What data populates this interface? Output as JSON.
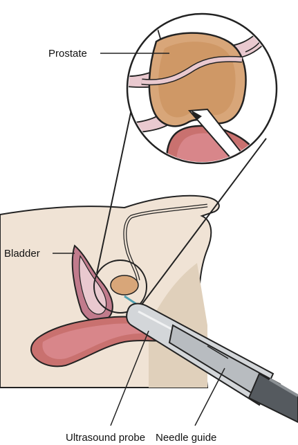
{
  "labels": {
    "prostate": "Prostate",
    "bladder": "Bladder",
    "ultrasound_probe": "Ultrasound probe",
    "needle_guide": "Needle guide"
  },
  "colors": {
    "outline": "#222222",
    "skin": "#f0e3d5",
    "skin_shadow": "#e0d0bb",
    "prostate": "#d8a679",
    "tissue_pink": "#e9c9cf",
    "organ_red": "#c9716f",
    "bladder_wall": "#c17b8c",
    "probe_grey": "#b8bcc0",
    "needle_blue": "#4f9fb0",
    "lesion_yellow": "#e6cf3a"
  }
}
